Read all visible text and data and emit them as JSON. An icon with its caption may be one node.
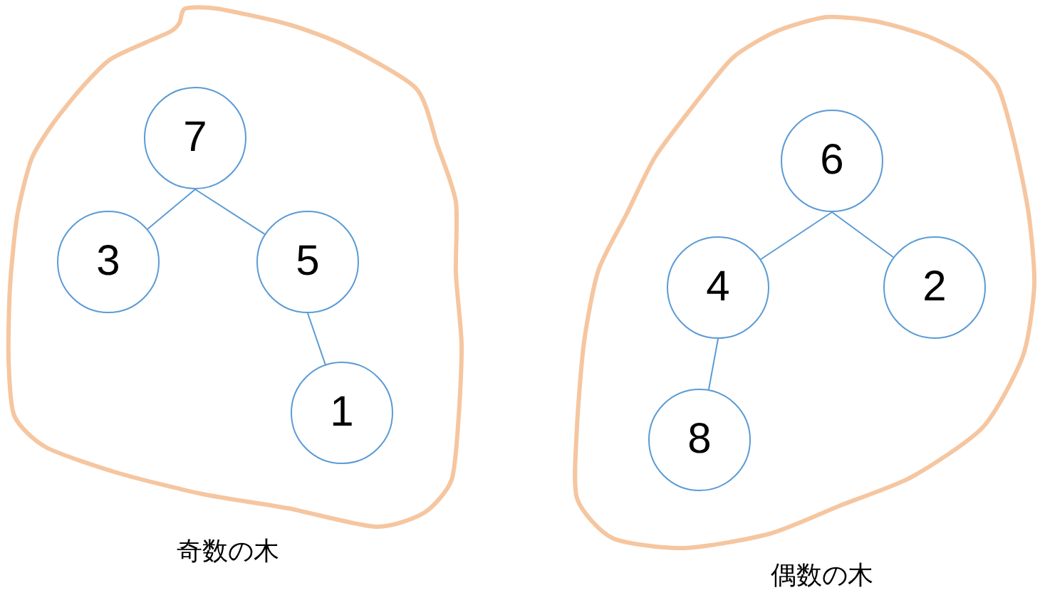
{
  "diagram": {
    "nodes": [
      {
        "text": [
          "奇数の木"
        ]
      },
      {
        "text": [
          "7"
        ],
        "in": 0
      },
      {
        "text": [
          "3"
        ],
        "in": 0
      },
      {
        "text": [
          "5"
        ],
        "in": 0
      },
      {
        "text": [
          "1"
        ],
        "in": 0
      },
      {
        "text": [
          "偶数の木"
        ]
      },
      {
        "text": [
          "6"
        ],
        "in": 5
      },
      {
        "text": [
          "4"
        ],
        "in": 5
      },
      {
        "text": [
          "2"
        ],
        "in": 5
      },
      {
        "text": [
          "8"
        ],
        "in": 5
      }
    ],
    "edges": [
      {
        "from": 1,
        "to": 2,
        "arrow": "none"
      },
      {
        "from": 1,
        "to": 3,
        "arrow": "none"
      },
      {
        "from": 3,
        "to": 4,
        "arrow": "none"
      },
      {
        "from": 6,
        "to": 7,
        "arrow": "none"
      },
      {
        "from": 6,
        "to": 8,
        "arrow": "none"
      },
      {
        "from": 7,
        "to": 9,
        "arrow": "none"
      }
    ]
  }
}
